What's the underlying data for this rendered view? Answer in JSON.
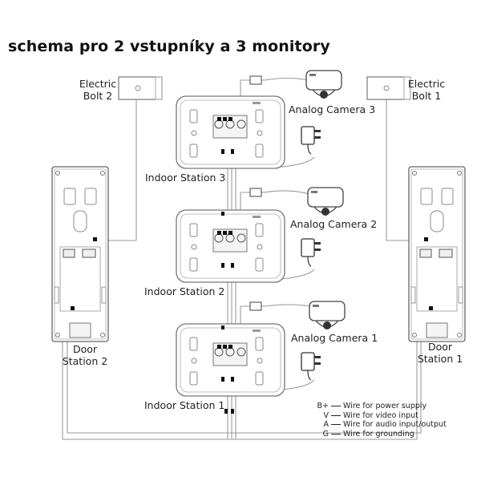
{
  "title": "schema pro 2 vstupníky a 3 monitory",
  "components": {
    "electric_bolt_2": "Electric\nBolt 2",
    "electric_bolt_1": "Electric\nBolt 1",
    "door_station_2": "Door\nStation 2",
    "door_station_1": "Door\nStation 1",
    "indoor_station_3": "Indoor Station 3",
    "indoor_station_2": "Indoor Station 2",
    "indoor_station_1": "Indoor Station 1",
    "analog_camera_3": "Analog Camera 3",
    "analog_camera_2": "Analog Camera 2",
    "analog_camera_1": "Analog Camera 1"
  },
  "legend": [
    {
      "key": "B+",
      "text": "Wire for power supply"
    },
    {
      "key": "V",
      "text": "Wire for video input"
    },
    {
      "key": "A",
      "text": "Wire for audio input/output"
    },
    {
      "key": "G",
      "text": "Wire for grounding"
    }
  ],
  "colors": {
    "line": "#9a9a9a",
    "device_outline": "#777777",
    "terminal": "#111111"
  }
}
